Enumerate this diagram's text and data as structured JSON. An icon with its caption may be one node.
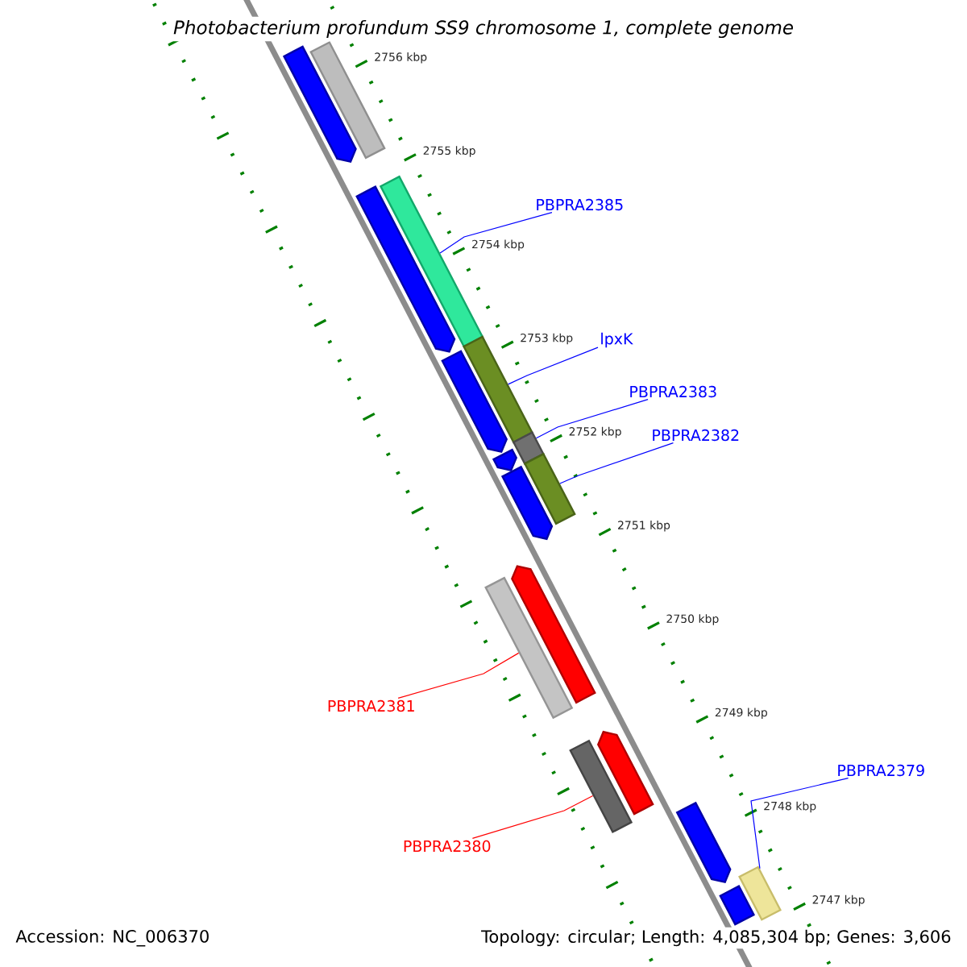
{
  "diagram": {
    "title": "Photobacterium profundum SS9 chromosome 1, complete genome",
    "nodes": [
      {
        "text": [],
        "shape": "bar"
      },
      {
        "text": [],
        "shape": "bar"
      },
      {
        "text": [],
        "shape": "bar"
      },
      {
        "text": [
          "PBPRA2385"
        ]
      },
      {
        "text": [],
        "shape": "bar"
      },
      {
        "text": [
          "lpxK"
        ]
      },
      {
        "text": [],
        "shape": "bar"
      },
      {
        "text": [],
        "shape": "bar"
      },
      {
        "text": [
          "PBPRA2383"
        ]
      },
      {
        "text": [],
        "shape": "bar"
      },
      {
        "text": [],
        "shape": "bar"
      },
      {
        "text": [
          "PBPRA2382"
        ]
      },
      {
        "text": [],
        "shape": "bar"
      },
      {
        "text": [],
        "shape": "bar"
      },
      {
        "text": [],
        "shape": "bar"
      },
      {
        "text": [],
        "shape": "bar"
      },
      {
        "text": [
          "PBPRA2381"
        ]
      },
      {
        "text": [],
        "shape": "bar"
      },
      {
        "text": [],
        "shape": "bar"
      },
      {
        "text": [
          "PBPRA2379"
        ]
      },
      {
        "text": [],
        "shape": "bar"
      },
      {
        "text": [
          "PBPRA2380"
        ]
      },
      {
        "text": [],
        "shape": "bar"
      },
      {
        "text": [],
        "shape": "bar"
      }
    ],
    "edges": [
      {
        "from": 3,
        "to": 2,
        "arrow": "none"
      },
      {
        "from": 5,
        "to": 6,
        "arrow": "none"
      },
      {
        "from": 8,
        "to": 9,
        "arrow": "none"
      },
      {
        "from": 11,
        "to": 12,
        "arrow": "none"
      },
      {
        "from": 16,
        "to": 14,
        "arrow": "none",
        "color": "#ff0000"
      },
      {
        "from": 19,
        "to": 22,
        "arrow": "none"
      },
      {
        "from": 21,
        "to": 17,
        "arrow": "none",
        "color": "#ff0000"
      }
    ],
    "labels": [
      "2756 kbp",
      "2755 kbp",
      "2754 kbp",
      "2753 kbp",
      "2752 kbp",
      "2751 kbp",
      "2750 kbp",
      "2749 kbp",
      "2748 kbp",
      "2747 kbp",
      "Accession: NC_006370",
      "Topology: circular; Length: 4,085,304 bp; Genes: 3,606"
    ]
  }
}
